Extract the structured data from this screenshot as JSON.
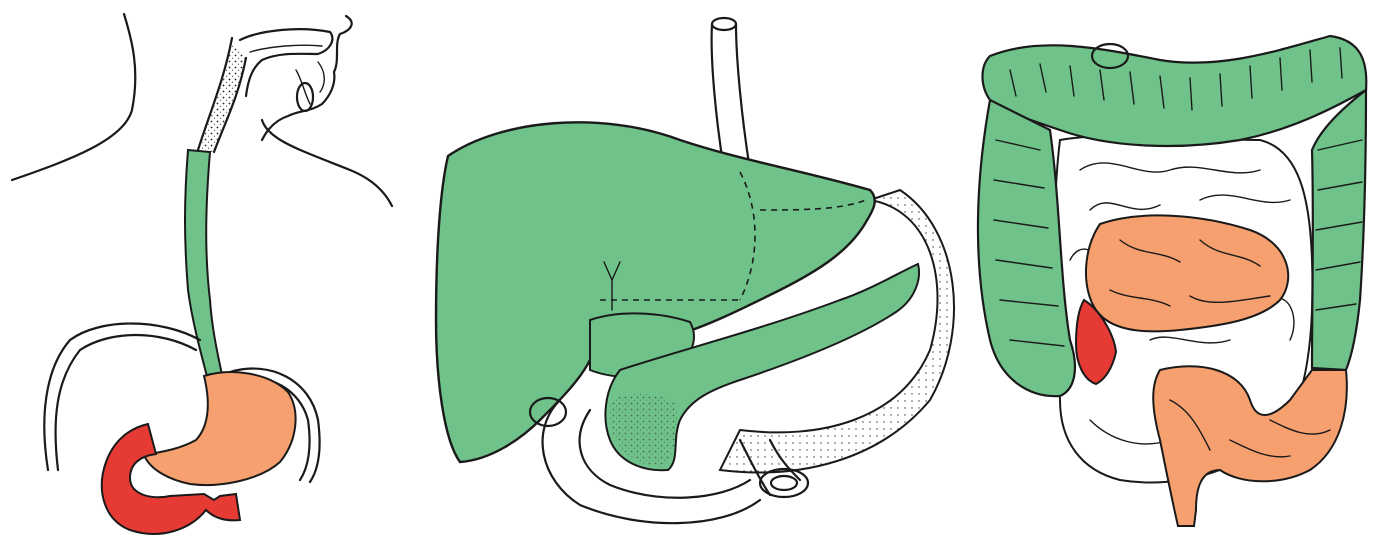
{
  "figure": {
    "panels": [
      {
        "name": "upper-digestive-tract",
        "highlight_colors": {
          "primary": "#6fc38a",
          "secondary": "#f5a06e",
          "tertiary": "#e63a34"
        }
      },
      {
        "name": "liver-and-pancreas",
        "highlight_colors": {
          "primary": "#6fc38a"
        }
      },
      {
        "name": "intestines",
        "highlight_colors": {
          "primary": "#6fc38a",
          "secondary": "#f5a06e",
          "tertiary": "#e63a34"
        }
      }
    ],
    "line_color": "#1a1a1a",
    "background": "#ffffff"
  }
}
